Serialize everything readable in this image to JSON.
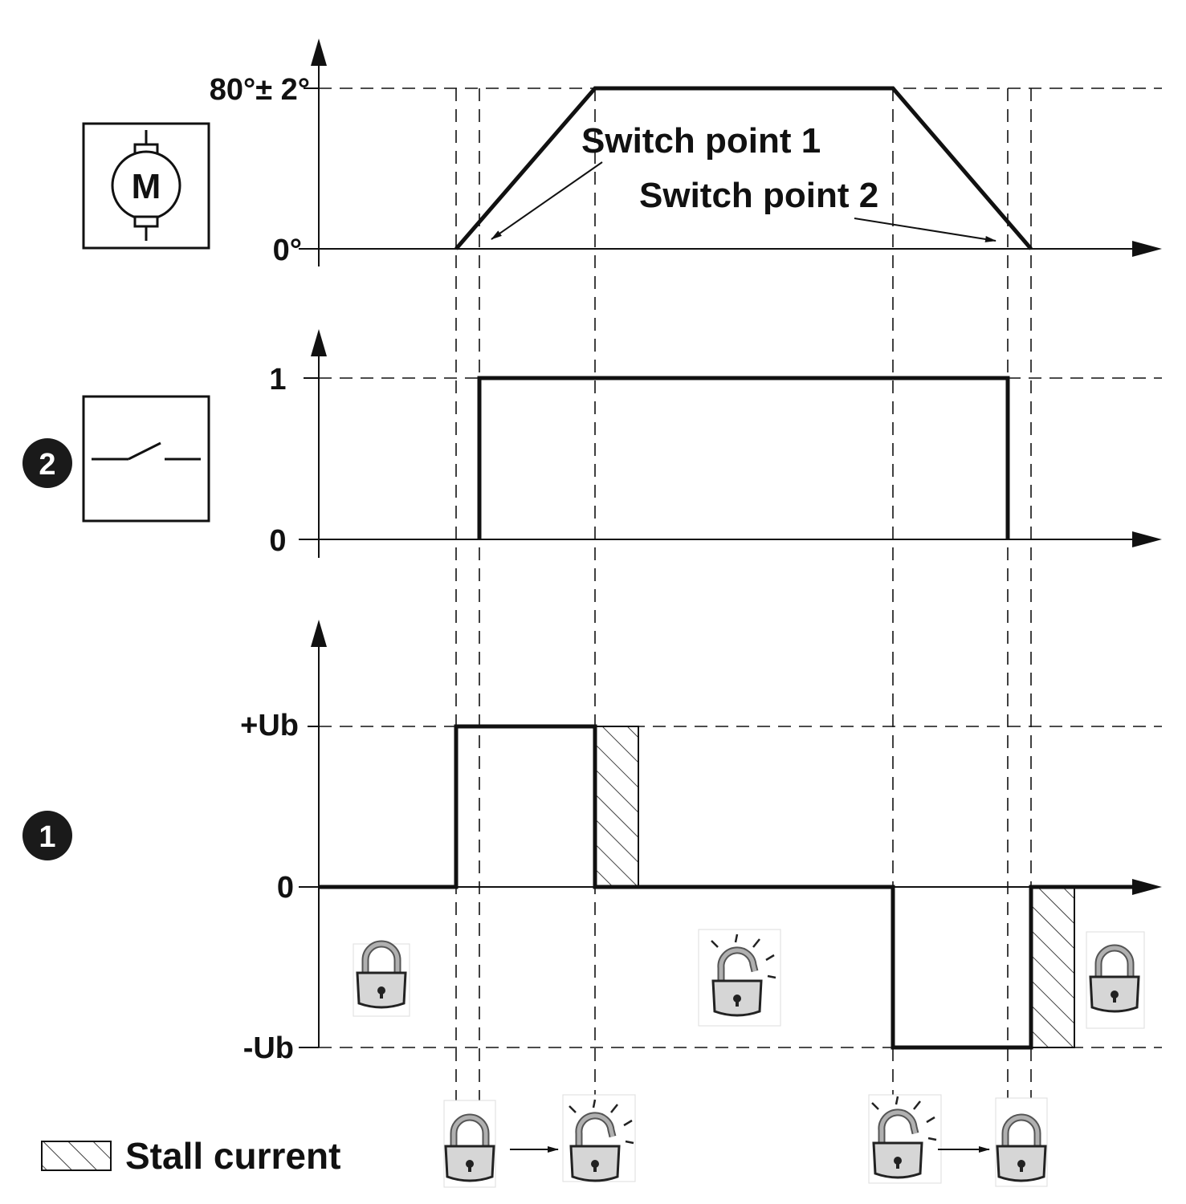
{
  "angle_panel": {
    "y_top_label": "80°± 2°",
    "y_bottom_label": "0°",
    "annotation_1": "Switch point 1",
    "annotation_2": "Switch point 2",
    "icon": "dc-motor-symbol",
    "motor_letter": "M"
  },
  "switch_panel": {
    "y_top_label": "1",
    "y_bottom_label": "0",
    "icon": "switch-symbol",
    "badge": "2"
  },
  "voltage_panel": {
    "y_top_label": "+Ub",
    "y_mid_label": "0",
    "y_bottom_label": "-Ub",
    "badge": "1",
    "lock_states": [
      "locked",
      "unlocked",
      "locked"
    ]
  },
  "transitions": [
    {
      "from": "locked",
      "to": "unlocked"
    },
    {
      "from": "unlocked",
      "to": "locked"
    }
  ],
  "legend": {
    "label": "Stall current",
    "pattern": "hatched"
  },
  "colors": {
    "line": "#111111",
    "badge": "#1a1a1a",
    "lock_body": "#d6d6d6",
    "lock_shackle": "#9a9a9a"
  }
}
